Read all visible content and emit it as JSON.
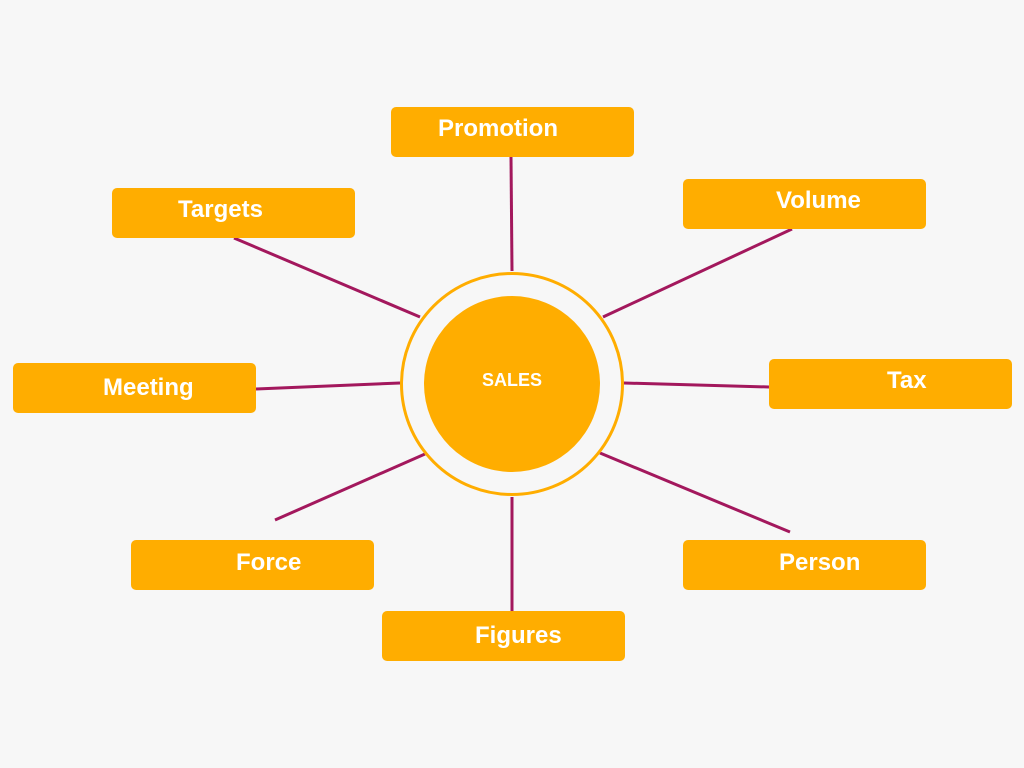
{
  "colors": {
    "background": "#f7f7f7",
    "node_fill": "#ffad00",
    "connector": "#a3185d",
    "text": "#ffffff"
  },
  "hub": {
    "label": "SALES"
  },
  "nodes": [
    {
      "id": "promotion",
      "label": "Promotion"
    },
    {
      "id": "targets",
      "label": "Targets"
    },
    {
      "id": "volume",
      "label": "Volume"
    },
    {
      "id": "meeting",
      "label": "Meeting"
    },
    {
      "id": "tax",
      "label": "Tax"
    },
    {
      "id": "force",
      "label": "Force"
    },
    {
      "id": "person",
      "label": "Person"
    },
    {
      "id": "figures",
      "label": "Figures"
    }
  ]
}
